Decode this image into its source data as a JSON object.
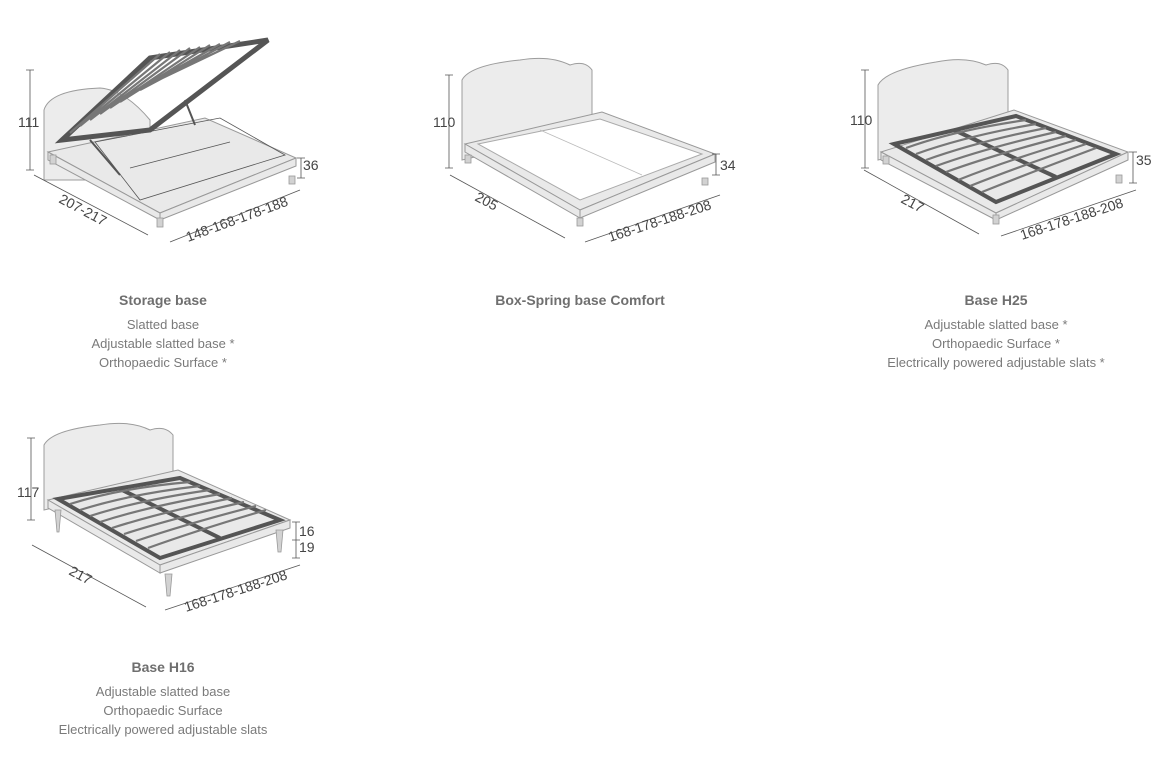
{
  "bases": [
    {
      "title": "Storage base",
      "features": [
        "Slatted base",
        "Adjustable slatted base *",
        "Orthopaedic Surface *"
      ],
      "dimensions": {
        "height": "111",
        "side": "36",
        "length": "207-217",
        "width": "148-168-178-188"
      }
    },
    {
      "title": "Box-Spring base Comfort",
      "features": [],
      "dimensions": {
        "height": "110",
        "side": "34",
        "length": "205",
        "width": "168-178-188-208"
      }
    },
    {
      "title": "Base H25",
      "features": [
        "Adjustable slatted base *",
        "Orthopaedic Surface *",
        "Electrically powered adjustable slats *"
      ],
      "dimensions": {
        "height": "110",
        "side": "35",
        "length": "217",
        "width": "168-178-188-208"
      }
    },
    {
      "title": "Base H16",
      "features": [
        "Adjustable slatted base",
        "Orthopaedic Surface",
        "Electrically powered adjustable slats"
      ],
      "dimensions": {
        "height": "117",
        "side_top": "16",
        "side_bottom": "19",
        "length": "217",
        "width": "168-178-188-208"
      }
    }
  ]
}
